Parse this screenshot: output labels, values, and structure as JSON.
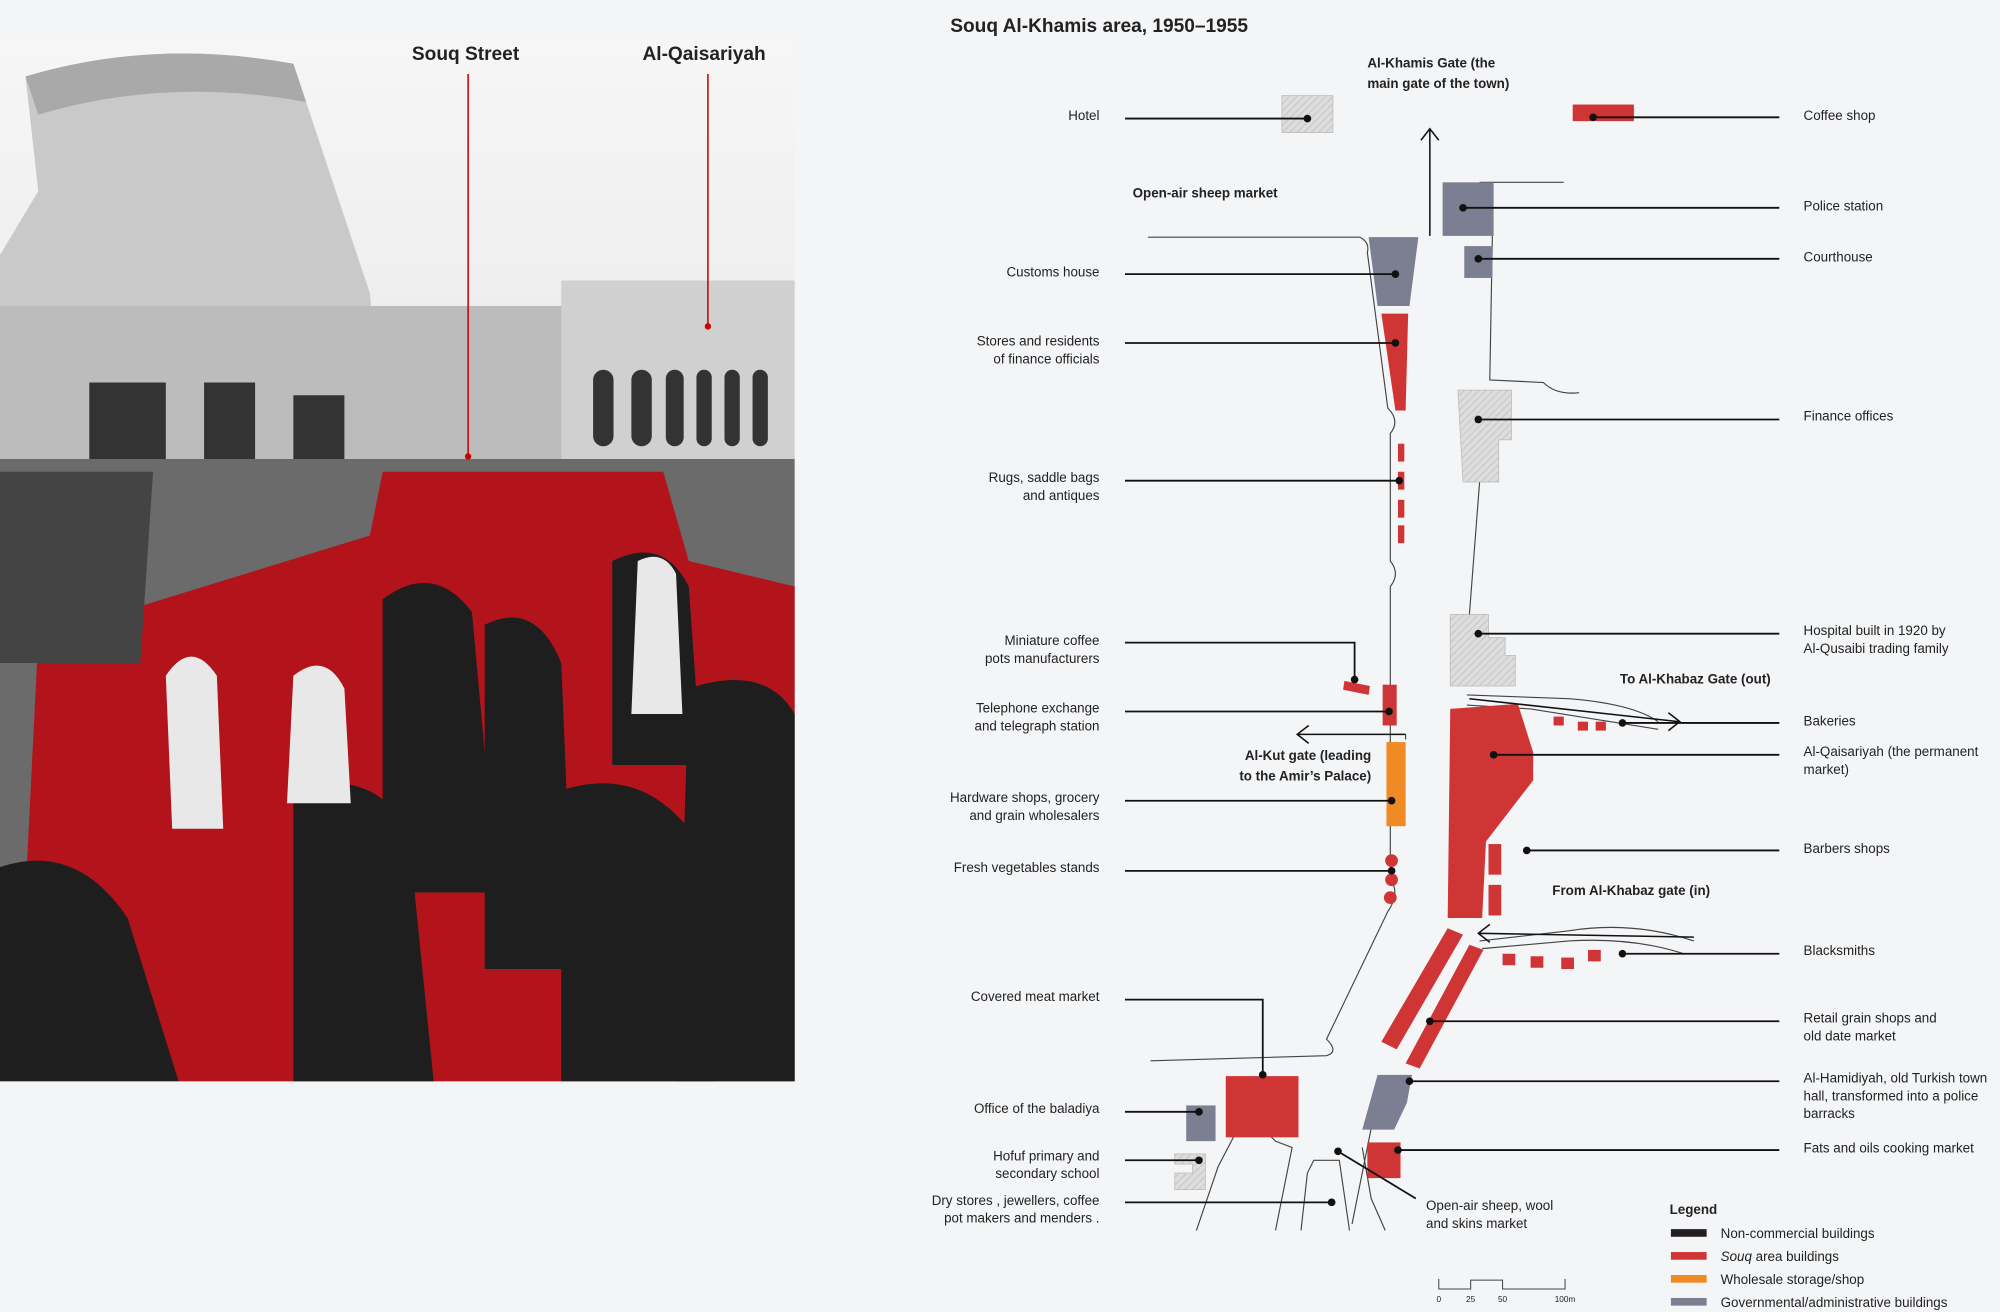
{
  "photo": {
    "labels": [
      "Souq Street",
      "Al-Qaisariyah"
    ]
  },
  "map": {
    "title": "Souq Al-Khamis area, 1950–1955",
    "left_labels": [
      [
        "Hotel"
      ],
      [
        "Customs house"
      ],
      [
        "Stores and residents",
        "of finance officials"
      ],
      [
        "Rugs, saddle bags",
        "and antiques"
      ],
      [
        "Miniature coffee",
        "pots manufacturers"
      ],
      [
        "Telephone exchange",
        "and telegraph station"
      ],
      [
        "Hardware shops, grocery",
        "and grain wholesalers"
      ],
      [
        "Fresh vegetables stands"
      ],
      [
        "Covered meat market"
      ],
      [
        "Office of the baladiya"
      ],
      [
        "Hofuf primary and",
        "secondary school"
      ],
      [
        "Dry stores , jewellers, coffee",
        "pot makers and menders ."
      ]
    ],
    "right_labels": [
      [
        "Coffee shop"
      ],
      [
        "Police station"
      ],
      [
        "Courthouse"
      ],
      [
        "Finance offices"
      ],
      [
        "Hospital built in 1920 by",
        "Al-Qusaibi trading family"
      ],
      [
        "Bakeries"
      ],
      [
        "Al-Qaisariyah (the permanent",
        "market)"
      ],
      [
        "Barbers shops"
      ],
      [
        "Blacksmiths"
      ],
      [
        "Retail grain shops and",
        "old date market"
      ],
      [
        "Al-Hamidiyah, old Turkish town",
        "hall, transformed into a police",
        "barracks"
      ],
      [
        "Fats and oils cooking market"
      ]
    ],
    "annotations": {
      "khamis_gate": [
        "Al-Khamis Gate (the",
        "main gate of the town)"
      ],
      "sheep_market": "Open-air sheep market",
      "khabaz_out": "To Al-Khabaz Gate (out)",
      "kut_gate": [
        "Al-Kut gate (leading",
        "to the Amir’s Palace)"
      ],
      "khabaz_in": "From Al-Khabaz gate (in)",
      "sheep_wool": [
        "Open-air sheep, wool",
        "and skins market"
      ]
    },
    "legend": {
      "title": "Legend",
      "items": [
        {
          "label": "Non-commercial buildings",
          "color": "#231f20"
        },
        {
          "label_em": "Souq",
          "label": " area buildings",
          "color": "#cf3535"
        },
        {
          "label": "Wholesale storage/shop",
          "color": "#f08a24"
        },
        {
          "label": "Governmental/administrative buildings",
          "color": "#7b7f91"
        }
      ]
    },
    "scale": {
      "ticks": [
        "0",
        "25",
        "50",
        "100m"
      ]
    }
  }
}
